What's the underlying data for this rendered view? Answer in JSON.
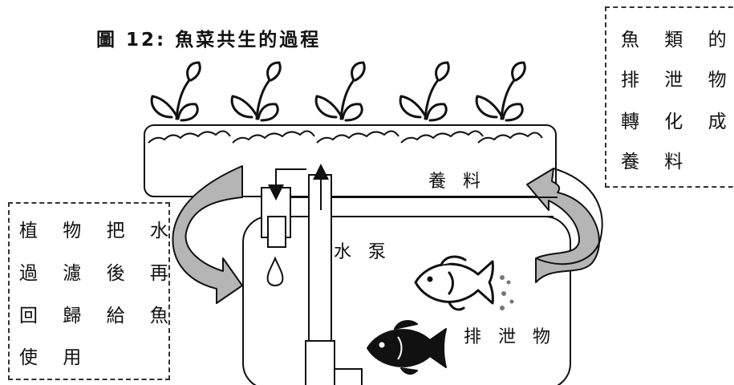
{
  "title": "圖 12: 魚菜共生的過程",
  "notes": {
    "fish_waste_note": [
      "魚 類 的",
      "排 泄 物",
      "轉 化 成",
      "養 料"
    ],
    "plant_filter_note": [
      "植 物 把 水",
      "過 濾 後 再",
      "回 歸 給 魚",
      "使 用"
    ]
  },
  "labels": {
    "nutrients": "養 料",
    "water_pump": "水 泵",
    "waste": "排 泄 物"
  },
  "colors": {
    "line": "#111111",
    "arrow_fill": "#b5b5b5",
    "bubble": "#777777"
  },
  "icons": {
    "plant": "sprout-icon",
    "fish_outline": "fish-outline-icon",
    "fish_solid": "fish-solid-icon",
    "droplet": "water-drop-icon"
  }
}
